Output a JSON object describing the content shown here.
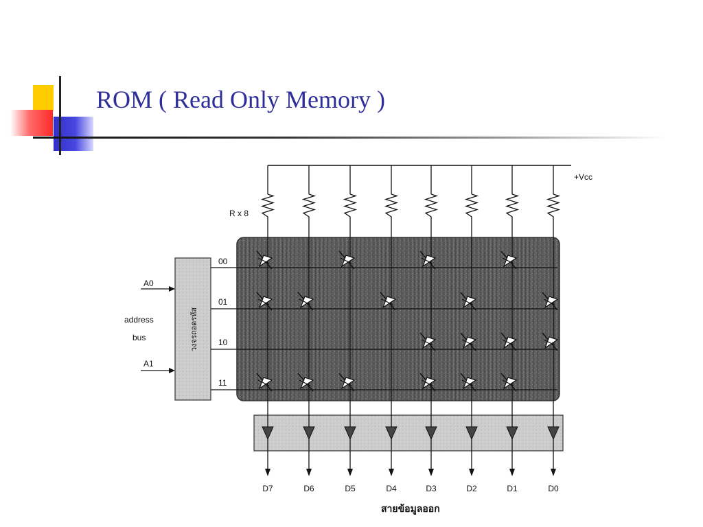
{
  "title": "ROM ( Read Only Memory )",
  "labels": {
    "vcc": "+Vcc",
    "resistor": "R x 8",
    "a0": "A0",
    "a1": "A1",
    "address": "address",
    "bus": "bus",
    "decoder": "วงจรถอดรหัส",
    "output_caption": "สายข้อมูลออก"
  },
  "rows": [
    "00",
    "01",
    "10",
    "11"
  ],
  "outputs": [
    "D7",
    "D6",
    "D5",
    "D4",
    "D3",
    "D2",
    "D1",
    "D0"
  ],
  "diodes": [
    [
      1,
      0,
      1,
      0,
      1,
      0,
      1,
      0
    ],
    [
      1,
      1,
      0,
      1,
      0,
      1,
      0,
      1
    ],
    [
      0,
      0,
      0,
      0,
      1,
      1,
      1,
      1
    ],
    [
      1,
      1,
      1,
      0,
      1,
      1,
      1,
      0
    ]
  ],
  "colors": {
    "title": "#2e2e9a",
    "matrix": "#5e5e5e",
    "decoder": "#c8c8c8",
    "buffer": "#cfcfcf"
  }
}
